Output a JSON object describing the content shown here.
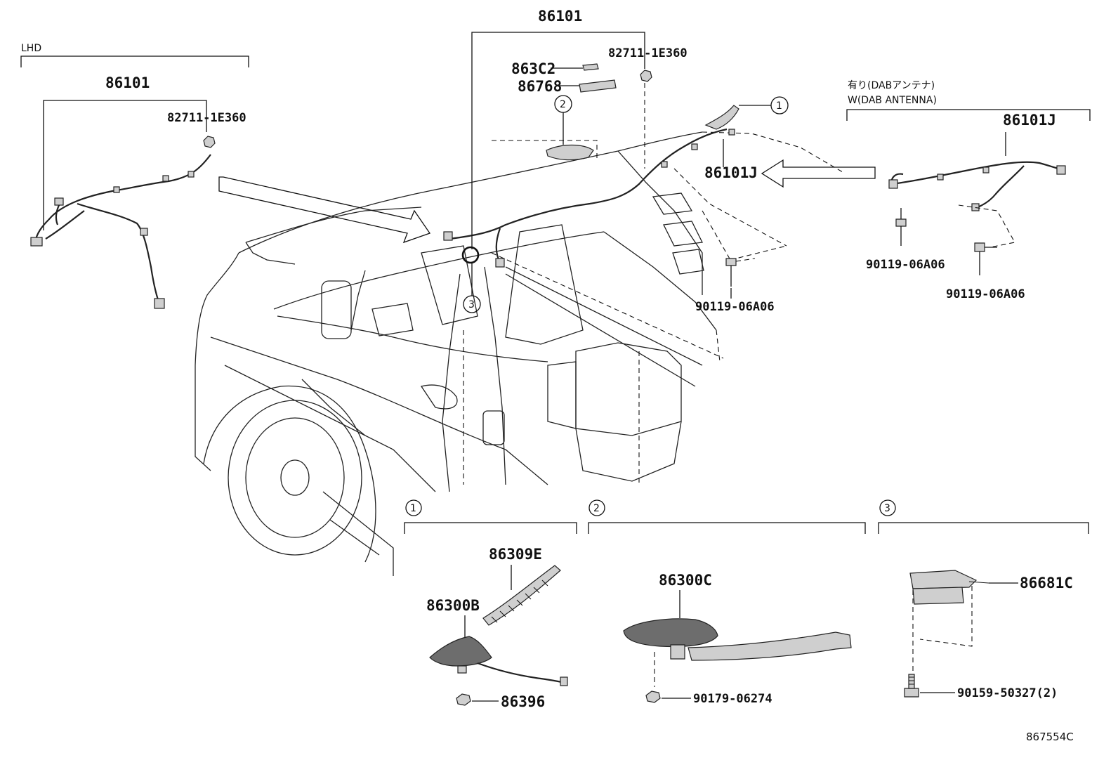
{
  "diagram_id": "867554C",
  "lhd_label": "LHD",
  "dab_label_jp": "有り(DABアンテナ)",
  "dab_label_en": "W(DAB ANTENNA)",
  "parts": {
    "p86101_main": "86101",
    "p86101_lhd": "86101",
    "p82711_main": "82711-1E360",
    "p82711_lhd": "82711-1E360",
    "p863C2": "863C2",
    "p86768": "86768",
    "p86101J_main": "86101J",
    "p86101J_dab": "86101J",
    "p90119_main": "90119-06A06",
    "p90119_dab_a": "90119-06A06",
    "p90119_dab_b": "90119-06A06",
    "p86309E": "86309E",
    "p86300B": "86300B",
    "p86396": "86396",
    "p86300C": "86300C",
    "p90179": "90179-06274",
    "p86681C": "86681C",
    "p90159": "90159-50327(2)"
  },
  "callouts": {
    "c1": "1",
    "c2": "2",
    "c3": "3",
    "g1": "1",
    "g2": "2",
    "g3": "3"
  }
}
